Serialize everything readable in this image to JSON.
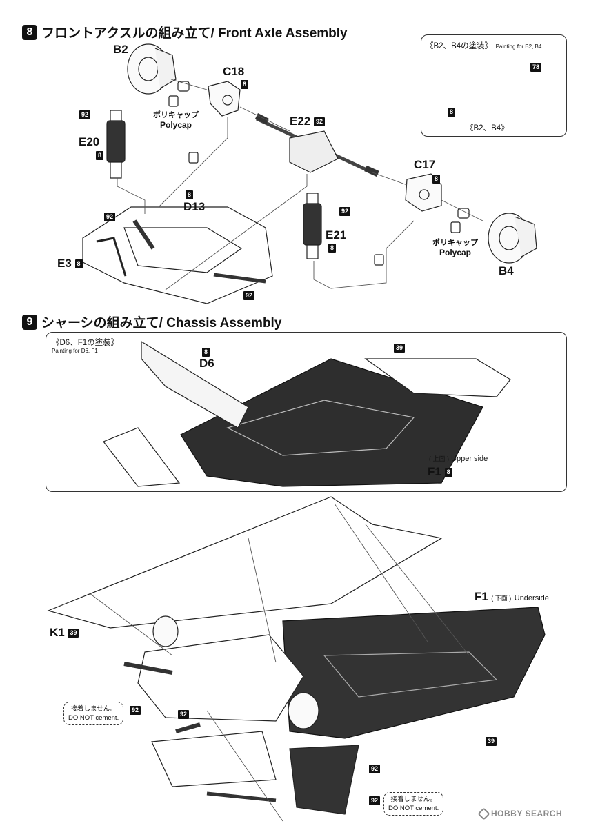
{
  "step8": {
    "number": "8",
    "title": "フロントアクスルの組み立て/ Front Axle Assembly",
    "parts": {
      "b2": "B2",
      "c18": "C18",
      "e22": "E22",
      "e20": "E20",
      "d13": "D13",
      "e21": "E21",
      "c17": "C17",
      "e3": "E3",
      "b4": "B4"
    },
    "badges": {
      "c18": "8",
      "e22": "92",
      "e20_top": "92",
      "e20": "8",
      "d13": "8",
      "e21_top": "92",
      "e21": "8",
      "c17": "8",
      "e3": "8",
      "arm": "92",
      "rod": "92"
    },
    "polycap_jp": "ポリキャップ",
    "polycap_en": "Polycap",
    "paint_box": {
      "title_jp": "《B2、B4の塗装》",
      "title_en": "Painting for B2, B4",
      "badge_78": "78",
      "badge_8": "8",
      "caption": "《B2、B4》"
    }
  },
  "step9": {
    "number": "9",
    "title": "シャーシの組み立て/ Chassis Assembly",
    "paint_box": {
      "title_jp": "《D6、F1の塗装》",
      "title_en": "Painting for D6, F1",
      "d6": "D6",
      "d6_badge": "8",
      "badge_39": "39",
      "upper_jp": "( 上面 )",
      "upper_en": "Upper side",
      "f1": "F1",
      "f1_badge": "8"
    },
    "f1": "F1",
    "under_jp": "( 下面 )",
    "under_en": "Underside",
    "k1": "K1",
    "k1_badge": "39",
    "badge_39": "39",
    "badge_92": "92",
    "no_cement_jp": "接着しません。",
    "no_cement_en": "DO NOT cement."
  },
  "watermark": "HOBBY SEARCH",
  "icons": [
    "polycap-mark-icon",
    "hobby-search-logo-icon"
  ]
}
